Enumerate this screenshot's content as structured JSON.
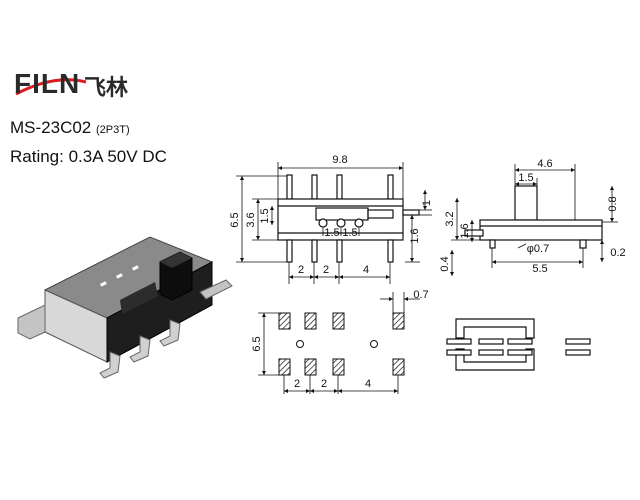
{
  "brand": {
    "name": "FILN",
    "chinese": "飞林",
    "accent": "#d81e1e"
  },
  "model": {
    "number": "MS-23C02",
    "variant": "(2P3T)"
  },
  "rating": {
    "text": "Rating: 0.3A  50V  DC"
  },
  "dimensions": {
    "front_width": "9.8",
    "front_height": "6.5",
    "front_body_height": "3.6",
    "front_inner": "1.5",
    "front_knob_spacing_a": "1.5",
    "front_knob_spacing_b": "1.5",
    "front_right_top": "1",
    "front_right_lower": "1.6",
    "front_pitch_a": "2",
    "front_pitch_b": "2",
    "front_pitch_c": "4",
    "side_width": "4.6",
    "side_actuator": "1.5",
    "side_height": "3.2",
    "side_pcb": "1.6",
    "side_right_top": "0.8",
    "side_pin_dia": "φ0.7",
    "side_span": "5.5",
    "side_bottom": "0.4",
    "side_right_bottom": "0.2",
    "footprint_pad": "0.7",
    "footprint_height": "6.5",
    "footprint_pitch_a": "2",
    "footprint_pitch_b": "2",
    "footprint_pitch_c": "4"
  }
}
